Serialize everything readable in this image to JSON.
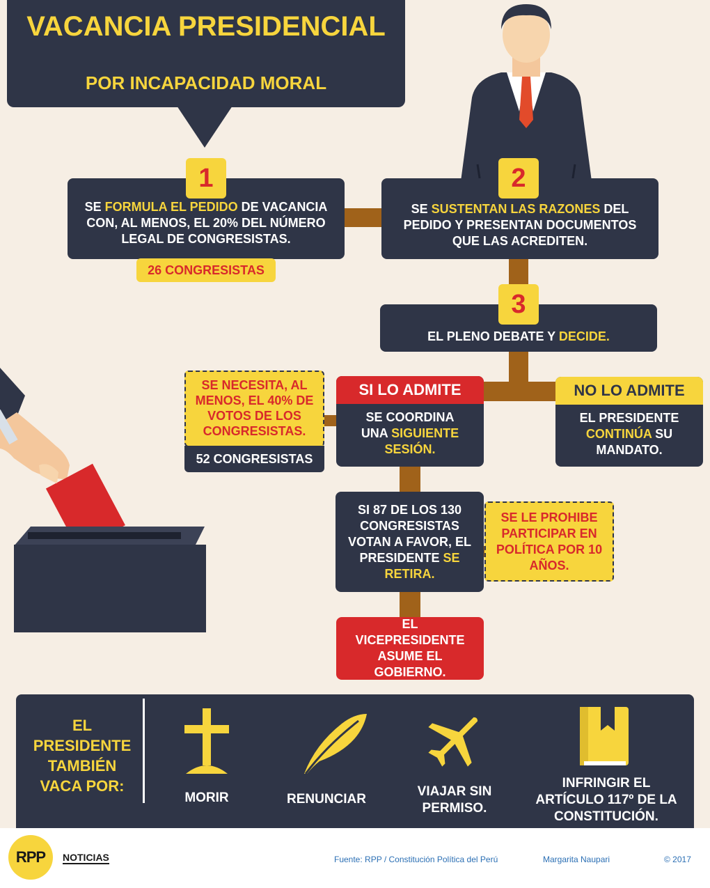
{
  "header": {
    "title": "VACANCIA PRESIDENCIAL",
    "subtitle": "POR INCAPACIDAD MORAL"
  },
  "steps": [
    {
      "number": "1",
      "pre": "SE ",
      "hl": "FORMULA EL PEDIDO",
      "post": " DE VACANCIA CON, AL MENOS, EL 20% DEL NÚMERO LEGAL DE CONGRESISTAS.",
      "tag": "26 CONGRESISTAS"
    },
    {
      "number": "2",
      "pre": "SE ",
      "hl": "SUSTENTAN LAS RAZONES",
      "post": " DEL PEDIDO Y PRESENTAN DOCUMENTOS QUE LAS ACREDITEN."
    },
    {
      "number": "3",
      "pre": "EL PLENO DEBATE Y ",
      "hl": "DECIDE."
    }
  ],
  "admite": {
    "label": "SI LO ADMITE",
    "pre": "SE COORDINA UNA ",
    "hl": "SIGUIENTE SESIÓN."
  },
  "no_admite": {
    "label": "NO LO ADMITE",
    "pre": "EL PRESIDENTE ",
    "hl": "CONTINÚA",
    "post": " SU MANDATO."
  },
  "votes_note": {
    "pre": "SE NECESITA, AL MENOS, EL ",
    "hl": "40% DE VOTOS DE LOS CONGRESISTAS.",
    "count": "52 CONGRESISTAS"
  },
  "vote_result": {
    "pre": "SI 87 DE LOS 130 CONGRESISTAS VOTAN A FAVOR, EL PRESIDENTE ",
    "hl": "SE RETIRA."
  },
  "ban_note": {
    "pre": "SE LE ",
    "hl1": "PROHIBE",
    "mid": " PARTICIPAR EN POLÍTICA ",
    "hl2": "POR 10 AÑOS."
  },
  "vice": "EL VICEPRESIDENTE ASUME EL GOBIERNO.",
  "also": {
    "title": "EL PRESIDENTE TAMBIÉN VACA POR:",
    "items": [
      {
        "icon": "cross-icon",
        "label": "MORIR"
      },
      {
        "icon": "feather-icon",
        "label": "RENUNCIAR"
      },
      {
        "icon": "airplane-icon",
        "label": "VIAJAR SIN PERMISO."
      },
      {
        "icon": "book-icon",
        "label": "INFRINGIR EL ARTÍCULO 117º DE LA CONSTITUCIÓN."
      }
    ]
  },
  "footer": {
    "logo": "RPP",
    "brand": "NOTICIAS",
    "source": "Fuente: RPP / Constitución Política del Perú",
    "author": "Margarita Naupari",
    "copyright": "© 2017"
  },
  "colors": {
    "navy": "#2f3547",
    "yellow": "#f7d53d",
    "red": "#d8292b",
    "pipe": "#a0621a",
    "background": "#f6eee4"
  }
}
